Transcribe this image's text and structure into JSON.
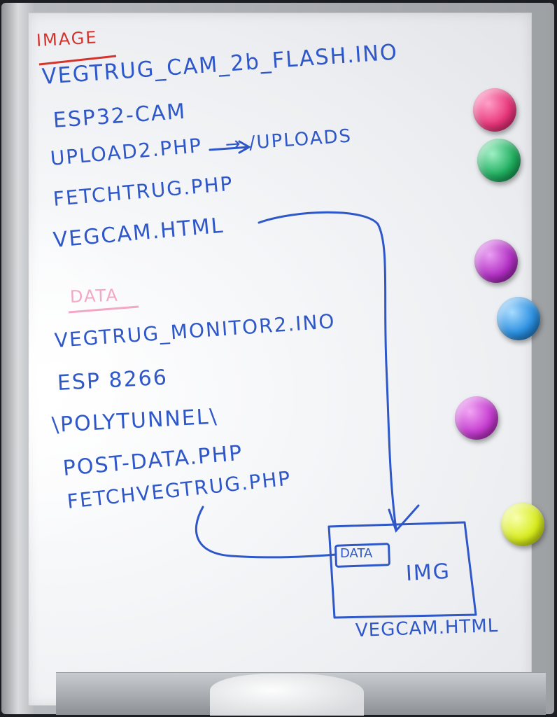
{
  "board": {
    "section_one": {
      "heading": "IMAGE",
      "lines": [
        "VEGTRUG_CAM_2b_FLASH.INO",
        "ESP32-CAM",
        "UPLOAD2.PHP",
        "→ /UPLOADS",
        "FETCHTRUG.PHP",
        "VEGCAM.HTML"
      ]
    },
    "section_two": {
      "heading": "DATA",
      "lines": [
        "VEGTRUG_MONITOR2.INO",
        "ESP 8266",
        "\\POLYTUNNEL\\",
        "POST-DATA.PHP",
        "FETCHVEGTRUG.PHP"
      ]
    },
    "diagram": {
      "box_data_label": "DATA",
      "box_img_label": "IMG",
      "caption": "VEGCAM.HTML"
    }
  },
  "magnets": [
    {
      "name": "magnet-pink",
      "color": "#e8357a"
    },
    {
      "name": "magnet-green",
      "color": "#1fae5f"
    },
    {
      "name": "magnet-purple",
      "color": "#b22fc4"
    },
    {
      "name": "magnet-blue",
      "color": "#2a8fe0"
    },
    {
      "name": "magnet-magenta",
      "color": "#c43bcf"
    },
    {
      "name": "magnet-yellow",
      "color": "#d8ec1c"
    }
  ]
}
